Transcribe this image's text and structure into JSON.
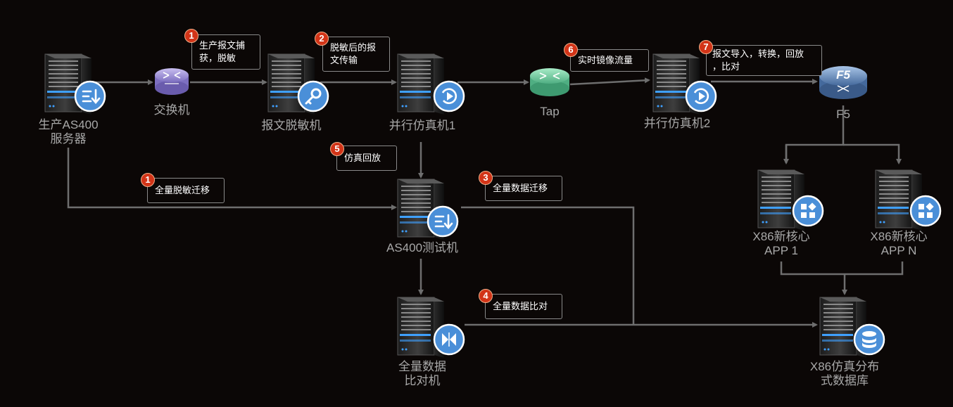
{
  "nodes": {
    "as400_prod": {
      "line1": "生产AS400",
      "line2": "服务器",
      "icon": "import-arrows-icon"
    },
    "switch": {
      "label": "交换机",
      "icon": "switch-icon"
    },
    "desensitizer": {
      "label": "报文脱敏机",
      "icon": "key-icon"
    },
    "sim1": {
      "label": "并行仿真机1",
      "icon": "replay-icon"
    },
    "tap": {
      "label": "Tap",
      "icon": "switch-icon"
    },
    "sim2": {
      "label": "并行仿真机2",
      "icon": "replay-icon"
    },
    "f5": {
      "label": "F5",
      "badge": "F5",
      "icon": "router-icon"
    },
    "as400_test": {
      "label": "AS400测试机",
      "icon": "import-arrows-icon"
    },
    "compare": {
      "line1": "全量数据",
      "line2": "比对机",
      "icon": "compare-icon"
    },
    "app1": {
      "line1": "X86新核心",
      "line2": "APP 1",
      "icon": "apps-icon"
    },
    "appn": {
      "line1": "X86新核心",
      "line2": "APP N",
      "icon": "apps-icon"
    },
    "db": {
      "line1": "X86仿真分布",
      "line2": "式数据库",
      "icon": "database-icon"
    }
  },
  "steps": [
    {
      "num": "1",
      "lines": [
        "生产报文捕",
        "获，脱敏"
      ]
    },
    {
      "num": "2",
      "lines": [
        "脱敏后的报",
        "文传输"
      ]
    },
    {
      "num": "6",
      "lines": [
        "实时镜像流量"
      ]
    },
    {
      "num": "7",
      "lines": [
        "报文导入，转换，回放",
        "，比对"
      ]
    },
    {
      "num": "5",
      "lines": [
        "仿真回放"
      ]
    },
    {
      "num": "1",
      "lines": [
        "全量脱敏迁移"
      ]
    },
    {
      "num": "3",
      "lines": [
        "全量数据迁移"
      ]
    },
    {
      "num": "4",
      "lines": [
        "全量数据比对"
      ]
    }
  ],
  "colors": {
    "background": "#0b0706",
    "connector": "#6e6e6e",
    "label": "#a8a8a8",
    "badge": "#d23418",
    "icon_circle": "#4a8fd8",
    "switch_purple": "#a89ad8",
    "tap_green": "#7fd0a8",
    "f5_blue": "#6a8cb8"
  }
}
